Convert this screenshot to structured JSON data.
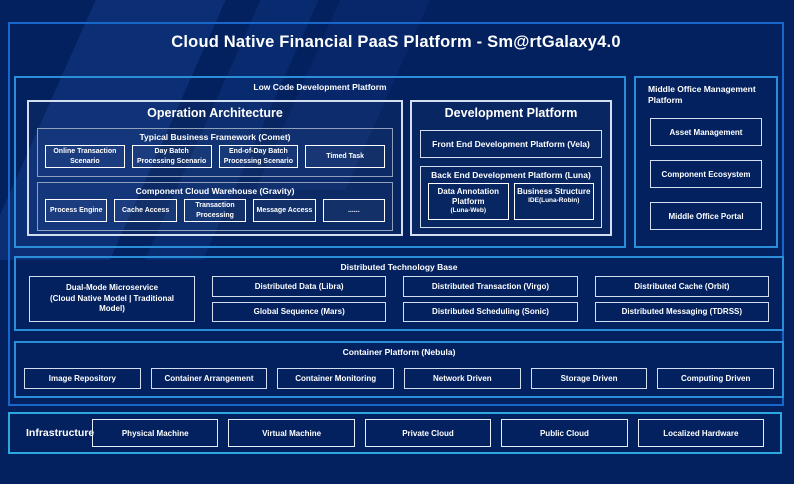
{
  "colors": {
    "page_bg": "#03215f",
    "frame_border": "#1667c9",
    "section_border": "#2a8fd8",
    "infra_border": "#2aa9e1",
    "light_border": "#d3dff0",
    "gray_border": "#91a0ba",
    "text": "#ffffff"
  },
  "title": "Cloud Native Financial PaaS Platform - Sm@rtGalaxy4.0",
  "low_code": {
    "label": "Low Code Development Platform",
    "operation_architecture": {
      "title": "Operation Architecture",
      "comet": {
        "label": "Typical Business Framework (Comet)",
        "items": [
          "Online Transaction Scenario",
          "Day Batch Processing Scenario",
          "End-of-Day Batch Processing Scenario",
          "Timed Task"
        ]
      },
      "gravity": {
        "label": "Component Cloud Warehouse (Gravity)",
        "items": [
          "Process Engine",
          "Cache Access",
          "Transaction Processing",
          "Message Access",
          "......"
        ]
      }
    },
    "development_platform": {
      "title": "Development Platform",
      "vela_label": "Front End Development Platform (Vela)",
      "luna": {
        "label": "Back End Development Platform (Luna)",
        "items": [
          {
            "title": "Data Annotation Platform",
            "sub": "(Luna-Web)"
          },
          {
            "title": "Business Structure",
            "sub": "IDE(Luna-Robin)"
          }
        ]
      }
    }
  },
  "middle_office": {
    "label": "Middle Office Management Platform",
    "items": [
      "Asset Management",
      "Component Ecosystem",
      "Middle Office Portal"
    ]
  },
  "distributed": {
    "label": "Distributed Technology Base",
    "dual_mode": {
      "line1": "Dual-Mode Microservice",
      "line2": "(Cloud Native Model | Traditional Model)"
    },
    "row1": [
      "Distributed Data (Libra)",
      "Distributed Transaction (Virgo)",
      "Distributed Cache (Orbit)"
    ],
    "row2": [
      "Global Sequence (Mars)",
      "Distributed Scheduling (Sonic)",
      "Distributed Messaging (TDRSS)"
    ]
  },
  "container_platform": {
    "label": "Container Platform (Nebula)",
    "items": [
      "Image Repository",
      "Container Arrangement",
      "Container Monitoring",
      "Network Driven",
      "Storage Driven",
      "Computing Driven"
    ]
  },
  "infrastructure": {
    "label": "Infrastructure",
    "items": [
      "Physical Machine",
      "Virtual Machine",
      "Private Cloud",
      "Public Cloud",
      "Localized Hardware"
    ]
  }
}
